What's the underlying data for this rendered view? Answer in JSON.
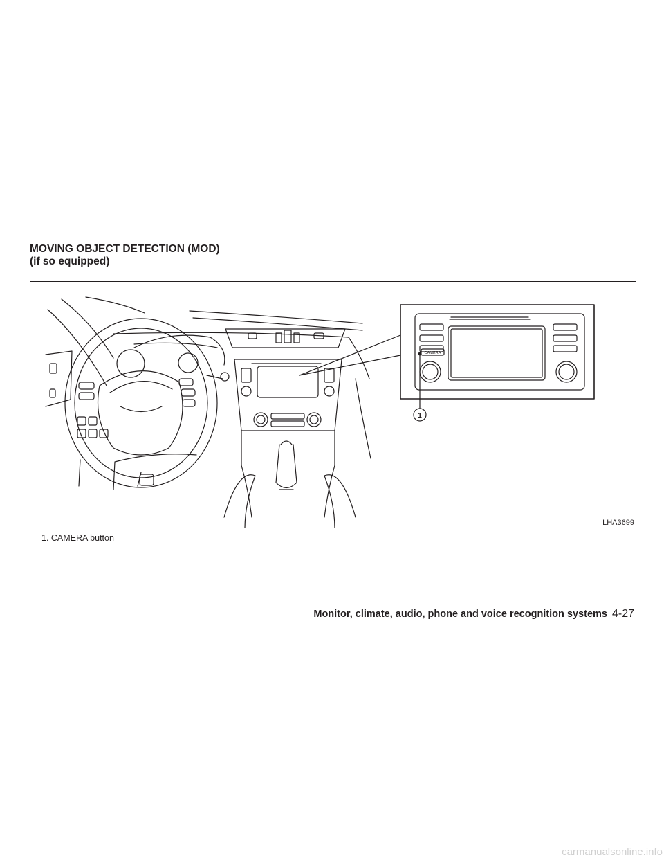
{
  "section_heading": {
    "line1": "MOVING OBJECT DETECTION (MOD)",
    "line2": "(if so equipped)"
  },
  "figure": {
    "code": "LHA3699",
    "callout_number": "1",
    "camera_button_label": "CAMERA"
  },
  "caption": {
    "text": "1. CAMERA button"
  },
  "footer": {
    "section": "Monitor, climate, audio, phone and voice recognition systems",
    "page": "4-27"
  },
  "watermark": "carmanualsonline.info"
}
